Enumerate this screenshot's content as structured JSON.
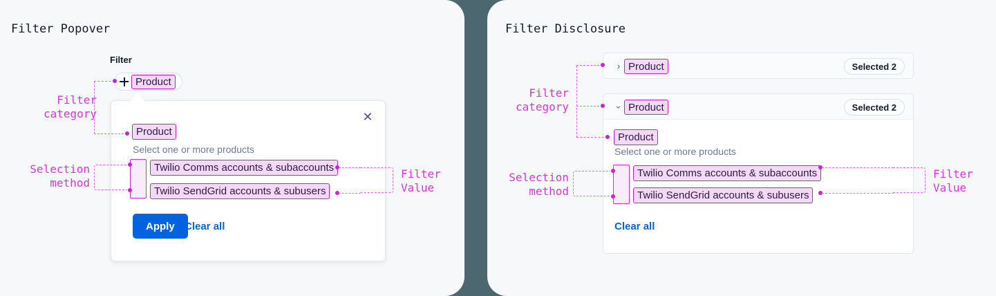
{
  "theme": {
    "page_background": "#4d6770",
    "panel_background": "#f7f8f9",
    "annotation_color": "#dd33dd",
    "highlight_border": "#c623c6",
    "highlight_fill": "#f3d9f7",
    "accent_blue": "#0263e0",
    "checkbox_checked": "#1e68e8",
    "badge_border": "#cfe4f7",
    "text_dark": "#121c2d",
    "text_muted": "#6b7a99"
  },
  "left_panel": {
    "title": "Filter Popover",
    "filter_field_label": "Filter",
    "add_chip": {
      "icon": "plus-icon",
      "label": "Product"
    },
    "annotations": {
      "filter_category": "Filter\ncategory",
      "selection_method": "Selection\nmethod",
      "filter_value": "Filter\nValue"
    },
    "popover": {
      "close_icon": "close-icon",
      "category_label": "Product",
      "helper_text": "Select one or more products",
      "options": [
        {
          "label": "Twilio Comms accounts & subaccounts",
          "checked": true
        },
        {
          "label": "Twilio SendGrid accounts & subusers",
          "checked": false
        }
      ],
      "apply_label": "Apply",
      "clear_all_label": "Clear all"
    }
  },
  "right_panel": {
    "title": "Filter Disclosure",
    "annotations": {
      "filter_category": "Filter\ncategory",
      "selection_method": "Selection\nmethod",
      "filter_value": "Filter\nValue"
    },
    "collapsed_card": {
      "chevron_icon": "chevron-right-icon",
      "category_label": "Product",
      "badge_label": "Selected 2"
    },
    "expanded_card": {
      "chevron_icon": "chevron-down-icon",
      "category_label": "Product",
      "badge_label": "Selected 2",
      "body_label": "Product",
      "helper_text": "Select one or more products",
      "options": [
        {
          "label": "Twilio Comms accounts & subaccounts",
          "checked": true
        },
        {
          "label": "Twilio SendGrid accounts & subusers",
          "checked": false
        }
      ],
      "clear_all_label": "Clear all"
    }
  }
}
